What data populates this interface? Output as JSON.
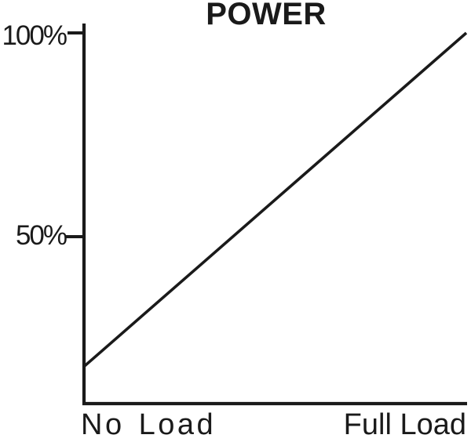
{
  "figure": {
    "title": "POWER",
    "y_axis": {
      "tick_100_label": "100%",
      "tick_50_label": "50%"
    },
    "x_axis": {
      "no_load_label": "No Load",
      "full_load_label": "Full Load"
    }
  },
  "colors": {
    "ink": "#1a1a1a",
    "background": "#ffffff"
  },
  "chart_data": {
    "type": "line",
    "title": "POWER",
    "categories": [
      "No Load",
      "Full Load"
    ],
    "series": [
      {
        "name": "POWER",
        "values": [
          10,
          100
        ]
      }
    ],
    "y_tick_labels": [
      "50%",
      "100%"
    ],
    "y_tick_values": [
      50,
      100
    ],
    "ylim": [
      0,
      100
    ],
    "xlabel": "",
    "ylabel": "",
    "grid": false,
    "legend": false,
    "line_color": "#1a1a1a",
    "background": "#ffffff",
    "notes": "Single straight line rising from about 10% power at No Load to 100% power at Full Load"
  }
}
